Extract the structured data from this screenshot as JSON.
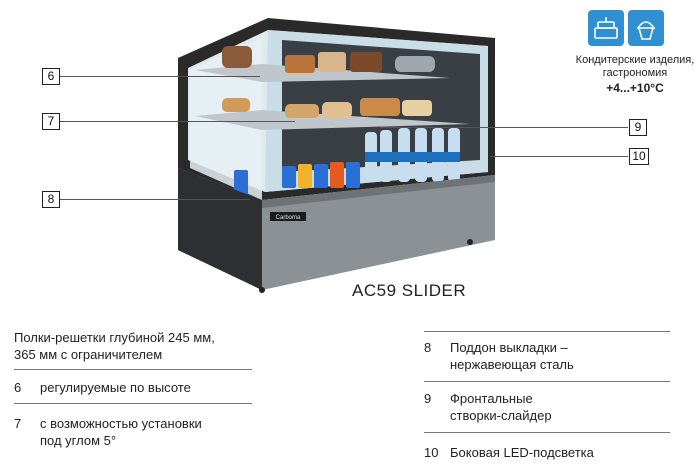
{
  "badge": {
    "icons": [
      "cake-icon",
      "cupcake-icon"
    ],
    "accent": "#2f8fd0",
    "caption": "Кондитерские изделия, гастрономия",
    "temp": "+4...+10°C"
  },
  "product": {
    "model": "AC59 SLIDER",
    "brand": "Carboma"
  },
  "callouts": [
    "6",
    "7",
    "8",
    "9",
    "10"
  ],
  "specs": {
    "intro": "Полки-решетки глубиной 245 мм,\n365 мм с ограничителем",
    "left": [
      {
        "num": "6",
        "text": "регулируемые по высоте"
      },
      {
        "num": "7",
        "text": "с возможностью установки\nпод углом 5°"
      }
    ],
    "right": [
      {
        "num": "8",
        "text": "Поддон выкладки –\nнержавеющая сталь"
      },
      {
        "num": "9",
        "text": "Фронтальные\nстворки-слайдер"
      },
      {
        "num": "10",
        "text": "Боковая LED-подсветка"
      }
    ]
  }
}
